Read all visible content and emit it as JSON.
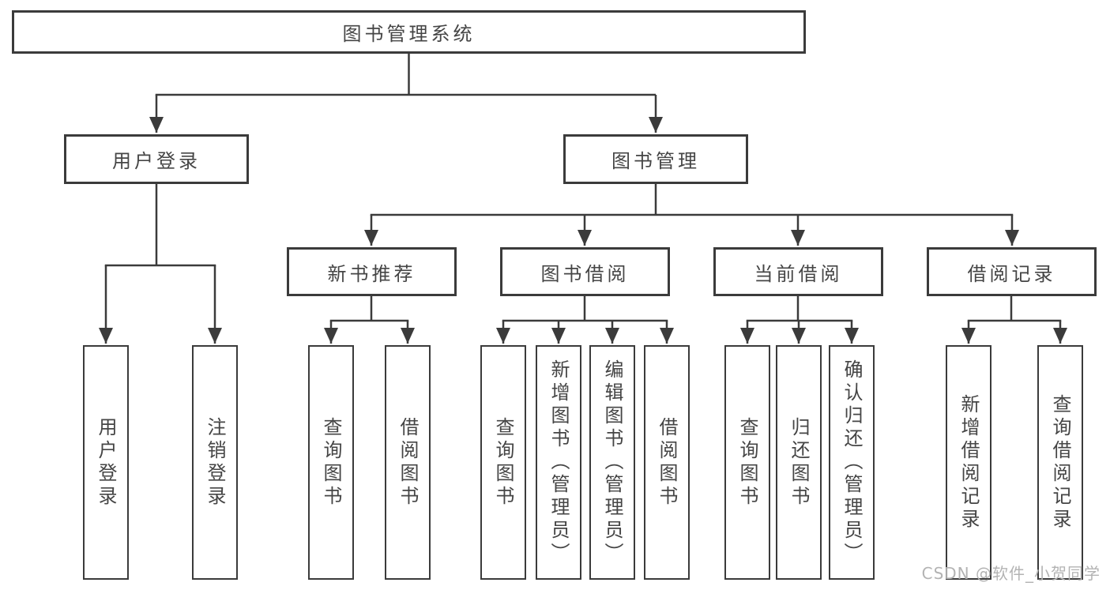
{
  "watermark": "CSDN @软件_小贺同学",
  "colors": {
    "line": "#3b3b3b",
    "text": "#454545",
    "background": "#ffffff",
    "watermark": "#b3b3b3"
  },
  "tree": {
    "root": {
      "label": "图书管理系统"
    },
    "branches": [
      {
        "label": "用户登录",
        "children": [
          {
            "label": "用户登录"
          },
          {
            "label": "注销登录"
          }
        ]
      },
      {
        "label": "图书管理",
        "children": [
          {
            "label": "新书推荐",
            "children": [
              {
                "label": "查询图书"
              },
              {
                "label": "借阅图书"
              }
            ]
          },
          {
            "label": "图书借阅",
            "children": [
              {
                "label": "查询图书"
              },
              {
                "label": "新增图书（管理员）"
              },
              {
                "label": "编辑图书（管理员）"
              },
              {
                "label": "借阅图书"
              }
            ]
          },
          {
            "label": "当前借阅",
            "children": [
              {
                "label": "查询图书"
              },
              {
                "label": "归还图书"
              },
              {
                "label": "确认归还（管理员）"
              }
            ]
          },
          {
            "label": "借阅记录",
            "children": [
              {
                "label": "新增借阅记录"
              },
              {
                "label": "查询借阅记录"
              }
            ]
          }
        ]
      }
    ]
  }
}
